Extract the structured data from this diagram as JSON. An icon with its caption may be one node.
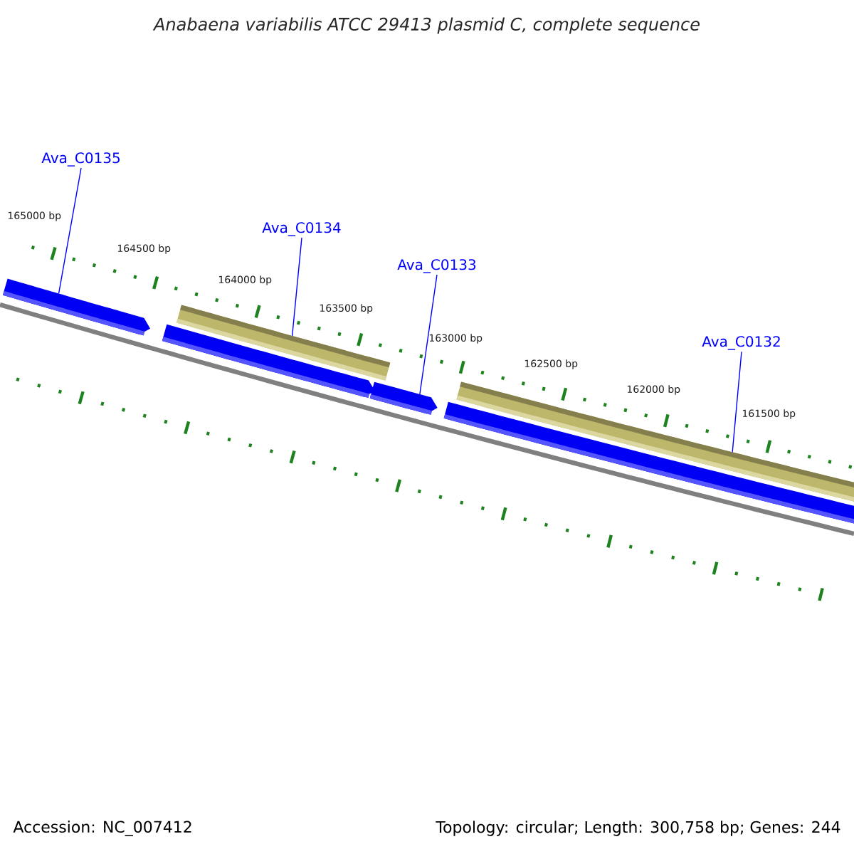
{
  "diagram": {
    "title": "Anabaena variabilis ATCC 29413 plasmid C, complete sequence",
    "nodes": [
      {
        "text": [
          "Ava_C0135"
        ]
      },
      {
        "text": [
          "Ava_C0134"
        ]
      },
      {
        "text": [
          "Ava_C0133"
        ]
      },
      {
        "text": [
          "Ava_C0132"
        ]
      },
      {
        "text": [],
        "shape": "bar"
      },
      {
        "text": [],
        "shape": "bar"
      },
      {
        "text": [],
        "shape": "bar"
      },
      {
        "text": [],
        "shape": "bar"
      },
      {
        "text": [],
        "shape": "bar"
      },
      {
        "text": [],
        "shape": "bar"
      }
    ],
    "edges": [
      {
        "from": 0,
        "to": 4,
        "arrow": "none"
      },
      {
        "from": 1,
        "to": 6,
        "arrow": "none"
      },
      {
        "from": 2,
        "to": 7,
        "arrow": "none"
      },
      {
        "from": 3,
        "to": 9,
        "arrow": "none"
      }
    ],
    "labels": [
      "165000 bp",
      "164500 bp",
      "164000 bp",
      "163500 bp",
      "163000 bp",
      "162500 bp",
      "162000 bp",
      "161500 bp",
      "Accession: NC_007412",
      "Topology: circular; Length: 300,758 bp; Genes: 244"
    ]
  }
}
